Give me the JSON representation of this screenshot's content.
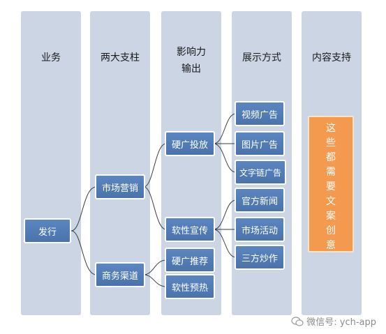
{
  "columns": [
    {
      "title": "业务"
    },
    {
      "title": "两大支柱"
    },
    {
      "title_line1": "影响力",
      "title_line2": "输出"
    },
    {
      "title": "展示方式"
    },
    {
      "title": "内容支持"
    }
  ],
  "nodes": {
    "faxing": "发行",
    "shichang_yingxiao": "市场营销",
    "shangwu_qudao": "商务渠道",
    "yingguang_toufang": "硬广投放",
    "ruanxing_xuanchuan": "软性宣传",
    "yingguang_tuijian": "硬广推荐",
    "ruanxing_yure": "软性预热",
    "shipin_guanggao": "视频广告",
    "tupian_guanggao": "图片广告",
    "wenzilian_guanggao": "文字链广告",
    "guanfang_xinwen": "官方新闻",
    "shichang_huodong": "市场活动",
    "sanfang_chaozuo": "三方炒作"
  },
  "content_support": [
    "这",
    "些",
    "都",
    "需",
    "要",
    "文",
    "案",
    "创",
    "意"
  ],
  "watermark": "微信号: ych-app",
  "colors": {
    "node": "#4f79b3",
    "column": "#ccd5e4",
    "highlight": "#f49a4e"
  }
}
